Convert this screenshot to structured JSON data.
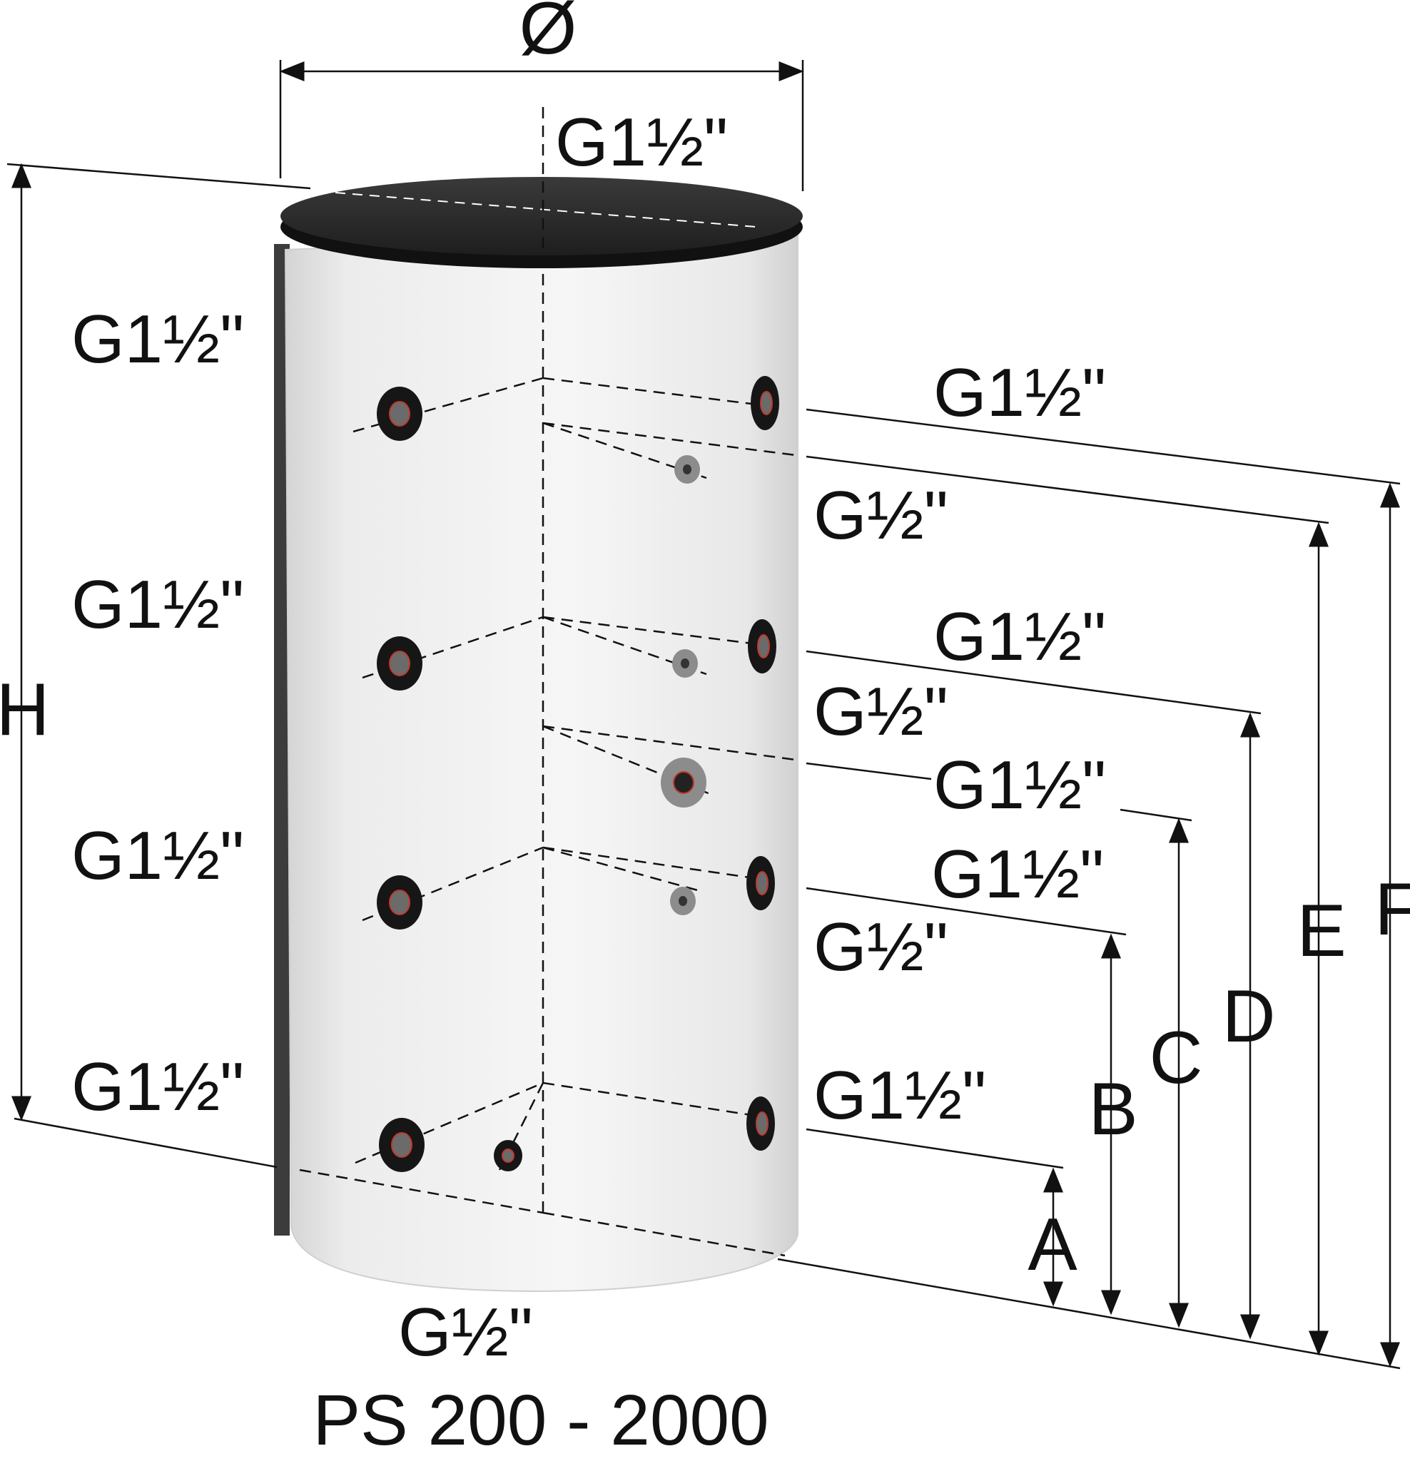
{
  "product_title": "PS 200 - 2000",
  "dimensions": {
    "diameter": "Ø",
    "height": "H",
    "a": "A",
    "b": "B",
    "c": "C",
    "d": "D",
    "e": "E",
    "f": "F"
  },
  "connections": {
    "top": "G1½\"",
    "left_1": "G1½\"",
    "left_2": "G1½\"",
    "left_3": "G1½\"",
    "left_4": "G1½\"",
    "right_1": "G1½\"",
    "right_2": "G½\"",
    "right_3": "G1½\"",
    "right_4": "G½\"",
    "right_5": "G1½\"",
    "right_6": "G1½\"",
    "right_7": "G½\"",
    "right_8": "G1½\"",
    "bottom": "G½\""
  },
  "colors": {
    "tank_body": "#ececec",
    "tank_lid": "#2a2a2a",
    "port_ring": "#161616",
    "sensor_ring": "#8c8c8c"
  }
}
